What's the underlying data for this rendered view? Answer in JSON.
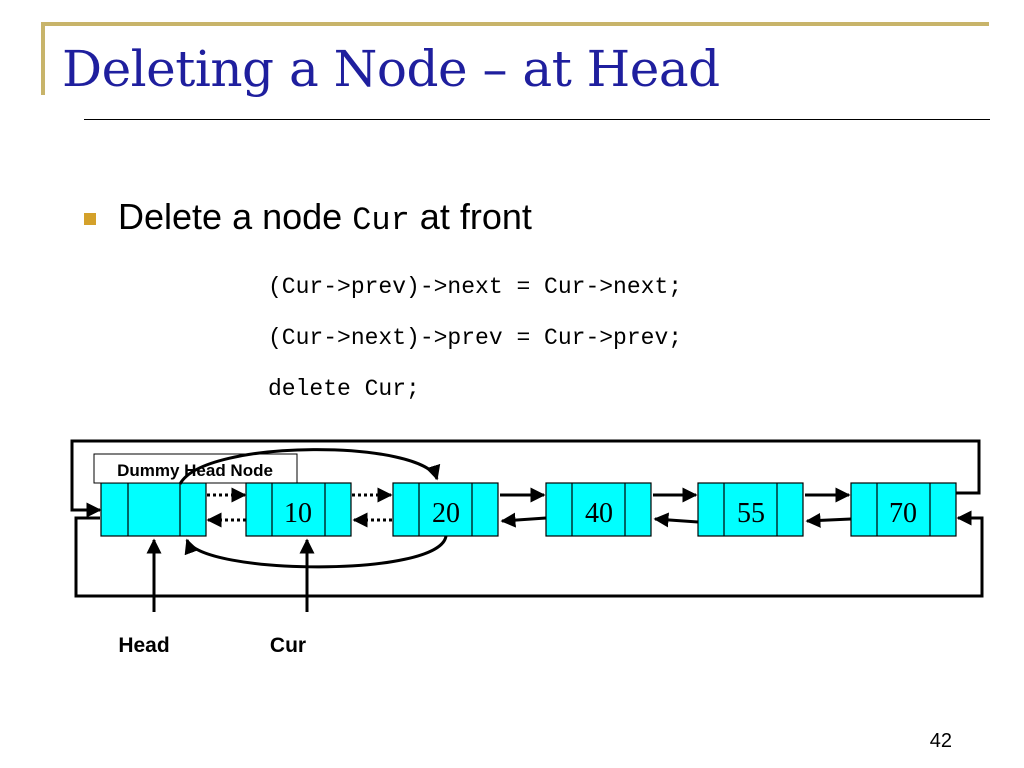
{
  "slide": {
    "title": "Deleting a Node – at Head",
    "bullet": {
      "prefix": "Delete a node ",
      "code": "Cur",
      "suffix": " at front"
    },
    "code_lines": [
      "(Cur->prev)->next = Cur->next;",
      "(Cur->next)->prev = Cur->prev;",
      "delete Cur;"
    ],
    "page_number": "42"
  },
  "diagram": {
    "dummy_label": "Dummy Head Node",
    "node_values": [
      "",
      "10",
      "20",
      "40",
      "55",
      "70"
    ],
    "pointer_labels": {
      "head": "Head",
      "cur": "Cur"
    },
    "colors": {
      "node_fill": "#00ffff",
      "title": "#1f1f9e",
      "bullet": "#d4a12a",
      "frame": "#c8b46a"
    }
  }
}
